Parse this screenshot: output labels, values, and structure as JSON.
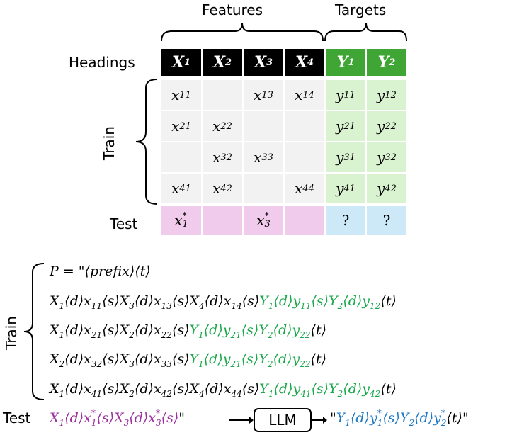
{
  "table": {
    "features_label": "Features",
    "targets_label": "Targets",
    "headings_label": "Headings",
    "train_label": "Train",
    "test_label": "Test",
    "headers": [
      {
        "base": "X",
        "sub": "1",
        "kind": "feature"
      },
      {
        "base": "X",
        "sub": "2",
        "kind": "feature"
      },
      {
        "base": "X",
        "sub": "3",
        "kind": "feature"
      },
      {
        "base": "X",
        "sub": "4",
        "kind": "feature"
      },
      {
        "base": "Y",
        "sub": "1",
        "kind": "target"
      },
      {
        "base": "Y",
        "sub": "2",
        "kind": "target"
      }
    ],
    "train_rows": [
      [
        {
          "base": "x",
          "sub": "11"
        },
        null,
        {
          "base": "x",
          "sub": "13"
        },
        {
          "base": "x",
          "sub": "14"
        },
        {
          "base": "y",
          "sub": "11"
        },
        {
          "base": "y",
          "sub": "12"
        }
      ],
      [
        {
          "base": "x",
          "sub": "21"
        },
        {
          "base": "x",
          "sub": "22"
        },
        null,
        null,
        {
          "base": "y",
          "sub": "21"
        },
        {
          "base": "y",
          "sub": "22"
        }
      ],
      [
        null,
        {
          "base": "x",
          "sub": "32"
        },
        {
          "base": "x",
          "sub": "33"
        },
        null,
        {
          "base": "y",
          "sub": "31"
        },
        {
          "base": "y",
          "sub": "32"
        }
      ],
      [
        {
          "base": "x",
          "sub": "41"
        },
        {
          "base": "x",
          "sub": "42"
        },
        null,
        {
          "base": "x",
          "sub": "44"
        },
        {
          "base": "y",
          "sub": "41"
        },
        {
          "base": "y",
          "sub": "42"
        }
      ]
    ],
    "test_row": [
      {
        "base": "x",
        "sub": "1",
        "sup": "*"
      },
      null,
      {
        "base": "x",
        "sub": "3",
        "sup": "*"
      },
      null,
      {
        "text": "?"
      },
      {
        "text": "?"
      }
    ],
    "colors": {
      "feature_header": "#000000",
      "target_header": "#3fa535",
      "feature_cell": "#f2f2f2",
      "target_cell": "#d9f2d0",
      "test_feature_cell": "#f1cbec",
      "test_target_cell": "#cde9f7"
    }
  },
  "serialization": {
    "train_label": "Train",
    "test_label": "Test",
    "llm_label": "LLM",
    "prompt_line": "P = \"⟨prefix⟩⟨t⟩",
    "train_lines": [
      {
        "features": [
          [
            "X",
            "1",
            "x",
            "11"
          ],
          [
            "X",
            "3",
            "x",
            "13"
          ],
          [
            "X",
            "4",
            "x",
            "14"
          ]
        ],
        "targets": [
          [
            "Y",
            "1",
            "y",
            "11"
          ],
          [
            "Y",
            "2",
            "y",
            "12"
          ]
        ]
      },
      {
        "features": [
          [
            "X",
            "1",
            "x",
            "21"
          ],
          [
            "X",
            "2",
            "x",
            "22"
          ]
        ],
        "targets": [
          [
            "Y",
            "1",
            "y",
            "21"
          ],
          [
            "Y",
            "2",
            "y",
            "22"
          ]
        ]
      },
      {
        "features": [
          [
            "X",
            "2",
            "x",
            "32"
          ],
          [
            "X",
            "3",
            "x",
            "33"
          ]
        ],
        "targets": [
          [
            "Y",
            "1",
            "y",
            "21"
          ],
          [
            "Y",
            "2",
            "y",
            "22"
          ]
        ]
      },
      {
        "features": [
          [
            "X",
            "1",
            "x",
            "41"
          ],
          [
            "X",
            "2",
            "x",
            "42"
          ],
          [
            "X",
            "4",
            "x",
            "44"
          ]
        ],
        "targets": [
          [
            "Y",
            "1",
            "y",
            "41"
          ],
          [
            "Y",
            "2",
            "y",
            "42"
          ]
        ]
      }
    ],
    "test_input": [
      [
        "X",
        "1",
        "x",
        "1"
      ],
      [
        "X",
        "3",
        "x",
        "3"
      ]
    ],
    "test_output": [
      [
        "Y",
        "1",
        "y",
        "1"
      ],
      [
        "Y",
        "2",
        "y",
        "2"
      ]
    ]
  }
}
